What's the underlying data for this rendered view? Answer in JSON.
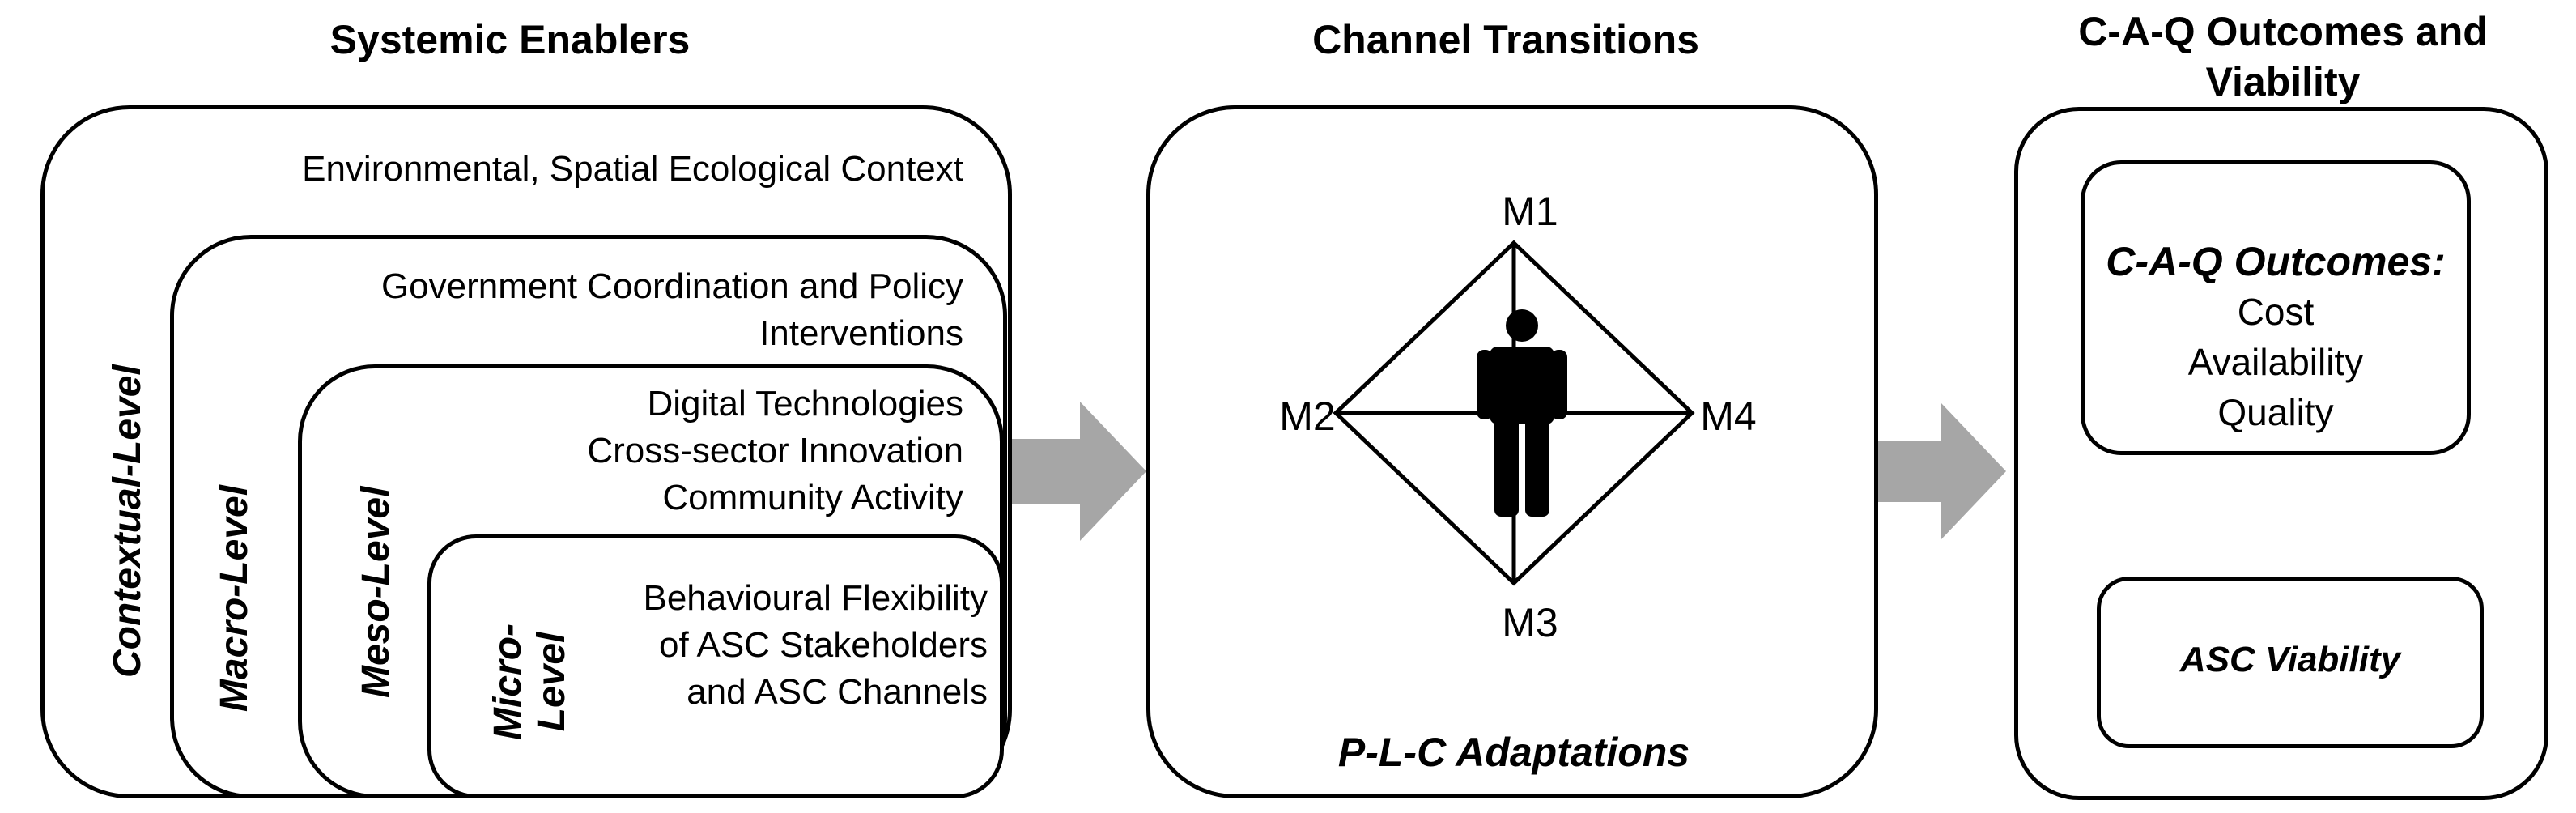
{
  "headings": {
    "systemic": "Systemic Enablers",
    "channel": "Channel Transitions",
    "outcomes_line1": "C-A-Q Outcomes and",
    "outcomes_line2": "Viability"
  },
  "levels": [
    {
      "label": "Contextual-Level",
      "text": [
        "Environmental, Spatial Ecological Context"
      ]
    },
    {
      "label": "Macro-Level",
      "text": [
        "Government Coordination and Policy",
        "Interventions"
      ]
    },
    {
      "label": "Meso-Level",
      "text": [
        "Digital Technologies",
        "Cross-sector Innovation",
        "Community Activity"
      ]
    },
    {
      "label_lines": [
        "Micro-",
        "Level"
      ],
      "text": [
        "Behavioural Flexibility",
        "of ASC Stakeholders",
        "and ASC Channels"
      ]
    }
  ],
  "channel": {
    "nodes": {
      "top": "M1",
      "left": "M2",
      "right": "M4",
      "bottom": "M3"
    },
    "footer": "P-L-C Adaptations",
    "person_icon": "person-icon"
  },
  "outcomes": {
    "title": "C-A-Q Outcomes:",
    "items": [
      "Cost",
      "Availability",
      "Quality"
    ],
    "viability": "ASC Viability"
  },
  "colors": {
    "arrow": "#a6a6a6",
    "stroke": "#000000",
    "background": "#ffffff"
  }
}
